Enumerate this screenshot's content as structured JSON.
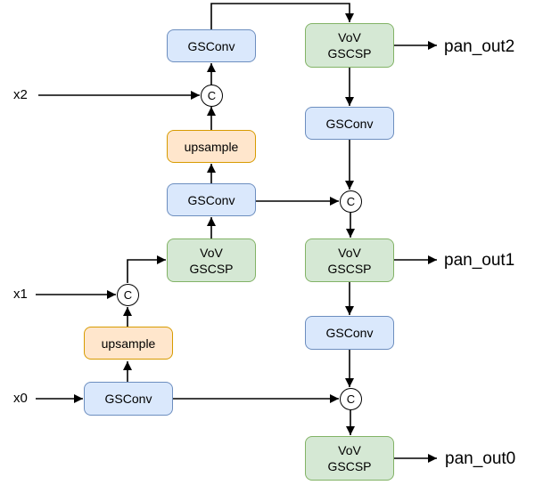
{
  "colors": {
    "background": "#ffffff",
    "text_color": "#000000",
    "edge_color": "#000000",
    "gsconv_fill": "#dae8fc",
    "gsconv_stroke": "#6c8ebf",
    "vov_gscsp_fill": "#d5e8d4",
    "vov_gscsp_stroke": "#82b366",
    "upsample_fill": "#ffe6cc",
    "upsample_stroke": "#d79b00"
  },
  "inputs": {
    "x2": "x2",
    "x1": "x1",
    "x0": "x0"
  },
  "outputs": {
    "pan_out2": "pan_out2",
    "pan_out1": "pan_out1",
    "pan_out0": "pan_out0"
  },
  "concat_label": "C",
  "nodes": {
    "gsconv_top": "GSConv",
    "gsconv_mid": "GSConv",
    "gsconv_right_top": "GSConv",
    "gsconv_right_bottom": "GSConv",
    "gsconv_bottom_left": "GSConv",
    "upsample_top": "upsample",
    "upsample_bottom": "upsample",
    "vov_gscsp_line1": "VoV",
    "vov_gscsp_line2": "GSCSP"
  }
}
